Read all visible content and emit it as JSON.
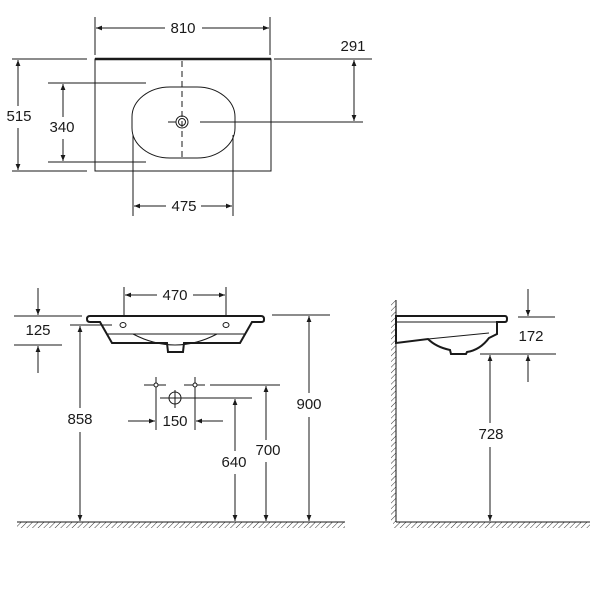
{
  "drawing": {
    "top_view": {
      "width": "810",
      "depth": "515",
      "drain_offset": "291",
      "basin_depth": "340",
      "basin_width": "475"
    },
    "front_view": {
      "tap_hole_spacing": "470",
      "bowl_height": "125",
      "rim_underside_height": "858",
      "rim_height": "900",
      "supply_spacing": "150",
      "waste_height": "640",
      "supply_height": "700"
    },
    "side_view": {
      "overall_height": "172",
      "underside_height": "728"
    }
  },
  "colors": {
    "line": "#1a1a1a",
    "background": "#ffffff"
  }
}
